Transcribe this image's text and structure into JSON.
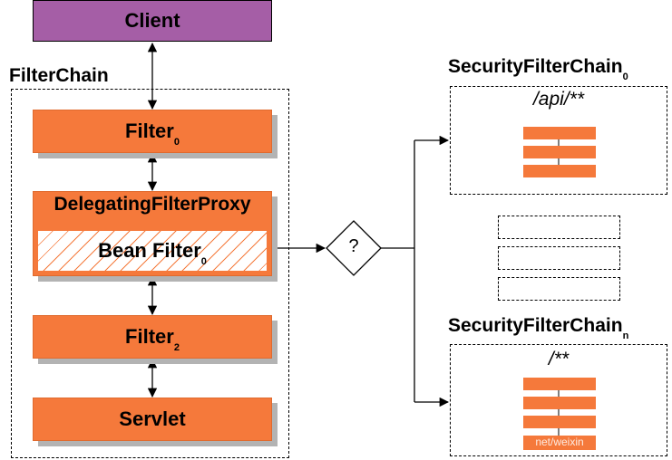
{
  "client_label": "Client",
  "filterchain_label": "FilterChain",
  "filter0": {
    "name": "Filter",
    "sub": "0"
  },
  "dfp_label": "DelegatingFilterProxy",
  "bean_filter": {
    "name": "Bean Filter",
    "sub": "0"
  },
  "filter2": {
    "name": "Filter",
    "sub": "2"
  },
  "servlet_label": "Servlet",
  "decision_label": "?",
  "sfc0": {
    "name": "SecurityFilterChain",
    "sub": "0",
    "pattern": "/api/**"
  },
  "sfcn": {
    "name": "SecurityFilterChain",
    "sub": "n",
    "pattern": "/**"
  },
  "watermark": "net/weixin"
}
